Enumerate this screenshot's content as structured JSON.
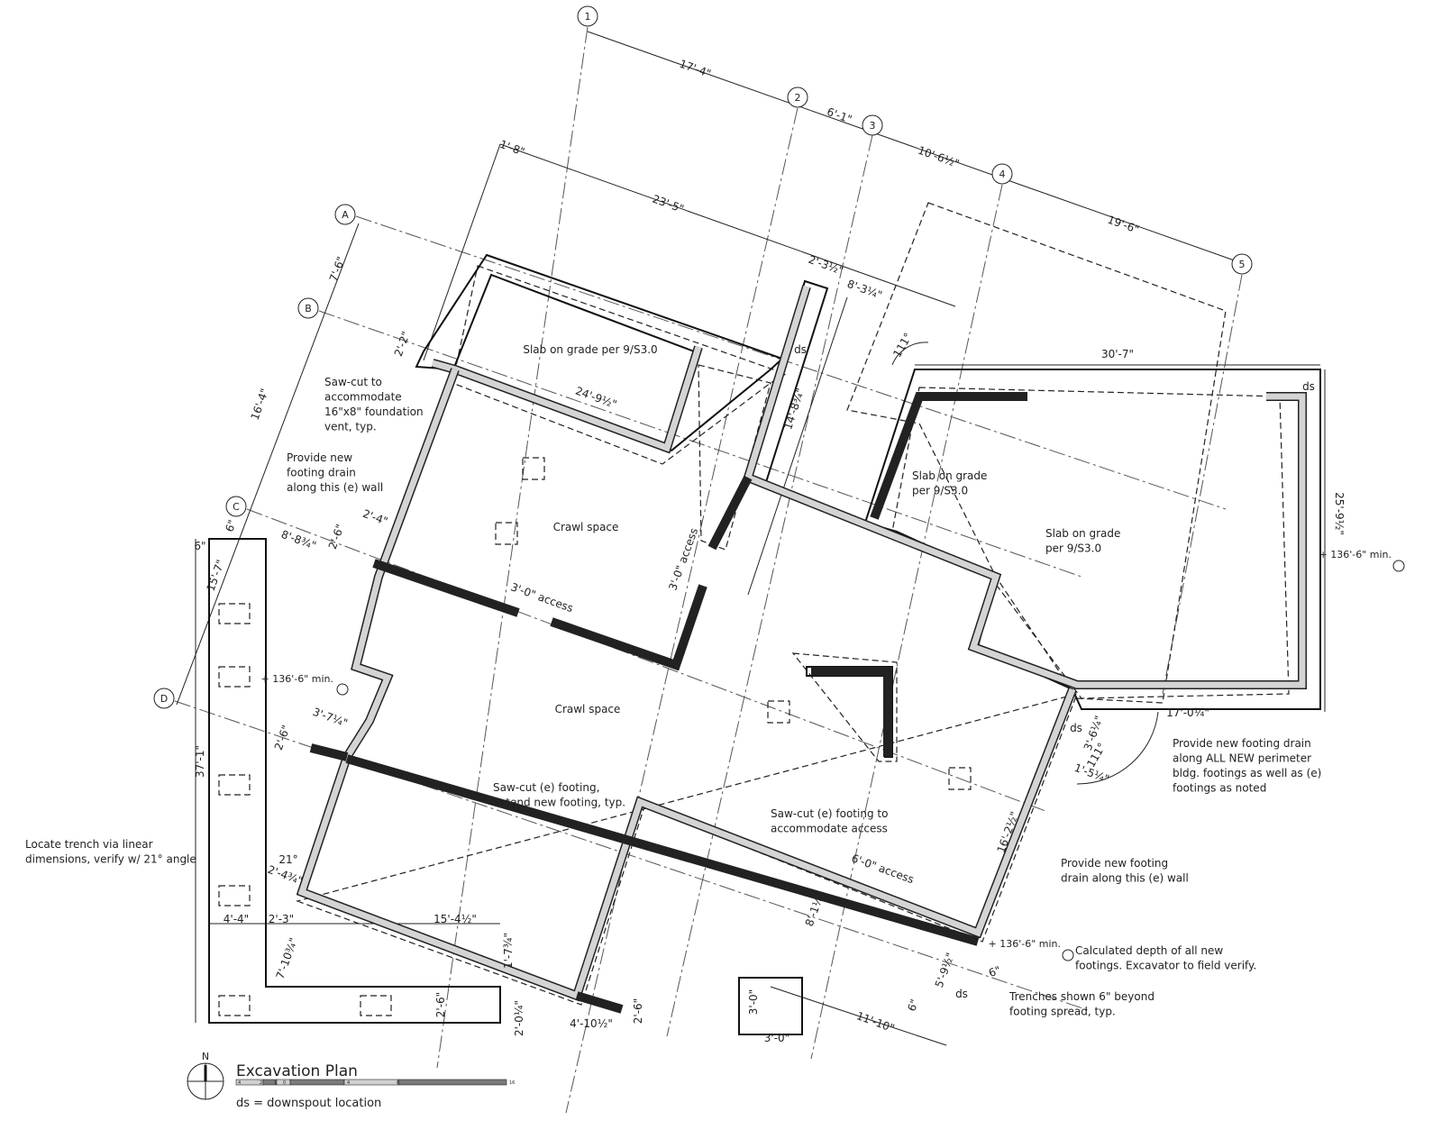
{
  "title": "Excavation Plan",
  "legend": "ds = downspout location",
  "north_label": "N",
  "scale_labels": [
    "4",
    "2",
    "1",
    "0",
    "4",
    "8",
    "16"
  ],
  "grid_bubbles": [
    "1",
    "2",
    "3",
    "4",
    "5",
    "A",
    "B",
    "C",
    "D"
  ],
  "dims": [
    "17'-4\"",
    "6'-1\"",
    "10'-6½\"",
    "19'-6\"",
    "1'-8\"",
    "23'-5\"",
    "2'-3½\"",
    "8'-3¼\"",
    "14'-8¾\"",
    "111°",
    "30'-7\"",
    "25'-9½\"",
    "2'-2\"",
    "24'-9½\"",
    "7'-6\"",
    "16'-4\"",
    "2'-4\"",
    "2'-6\"",
    "8'-8¾\"",
    "6\"",
    "6\"",
    "15'-7\"",
    "3'-0\" access",
    "3'-0\" access",
    "37'-1\"",
    "3'-7¼\"",
    "2'-6\"",
    "21°",
    "2'-4¾\"",
    "4'-4\"",
    "2'-3\"",
    "15'-4½\"",
    "7'-10¾\"",
    "1'-7¾\"",
    "2'-6\"",
    "2'-0¼\"",
    "4'-10½\"",
    "2'-6\"",
    "3'-0\"",
    "3'-0\"",
    "11'-10\"",
    "6\"",
    "5'-9½\"",
    "6'-0\" access",
    "8'-1¼\"",
    "16'-2½\"",
    "17'-0¼\"",
    "3'-6¼\"",
    "111°",
    "1'-5¼\"",
    "6\""
  ],
  "datums": [
    "+ 136'-6\" min.",
    "+ 136'-6\" min.",
    "+ 136'-6\" min."
  ],
  "ds_labels": [
    "ds",
    "ds",
    "ds",
    "ds"
  ],
  "notes": [
    [
      "Slab on grade per 9/S3.0"
    ],
    [
      "Saw-cut to",
      "accommodate",
      "16\"x8\" foundation",
      "vent, typ."
    ],
    [
      "Provide new",
      "footing drain",
      "along this (e) wall"
    ],
    [
      "Crawl space"
    ],
    [
      "Crawl space"
    ],
    [
      "Slab on grade",
      "per 9/S3.0"
    ],
    [
      "Slab on grade",
      "per 9/S3.0"
    ],
    [
      "Provide new footing drain",
      "along ALL NEW perimeter",
      "bldg. footings as well as (e)",
      "footings as noted"
    ],
    [
      "Saw-cut (e) footing,",
      "extend new footing, typ."
    ],
    [
      "Saw-cut (e) footing to",
      "accommodate access"
    ],
    [
      "Provide new footing",
      "drain along this (e) wall"
    ],
    [
      "Calculated depth of all new",
      "footings. Excavator to field verify."
    ],
    [
      "Trenches shown 6\" beyond",
      "footing spread, typ."
    ],
    [
      "Locate trench via linear",
      "dimensions, verify w/ 21° angle"
    ]
  ],
  "colors": {
    "ink": "#222222",
    "footing_fill": "#d4d4d4",
    "scale_dark": "#7a7a7a",
    "scale_light": "#d0d0d0"
  }
}
